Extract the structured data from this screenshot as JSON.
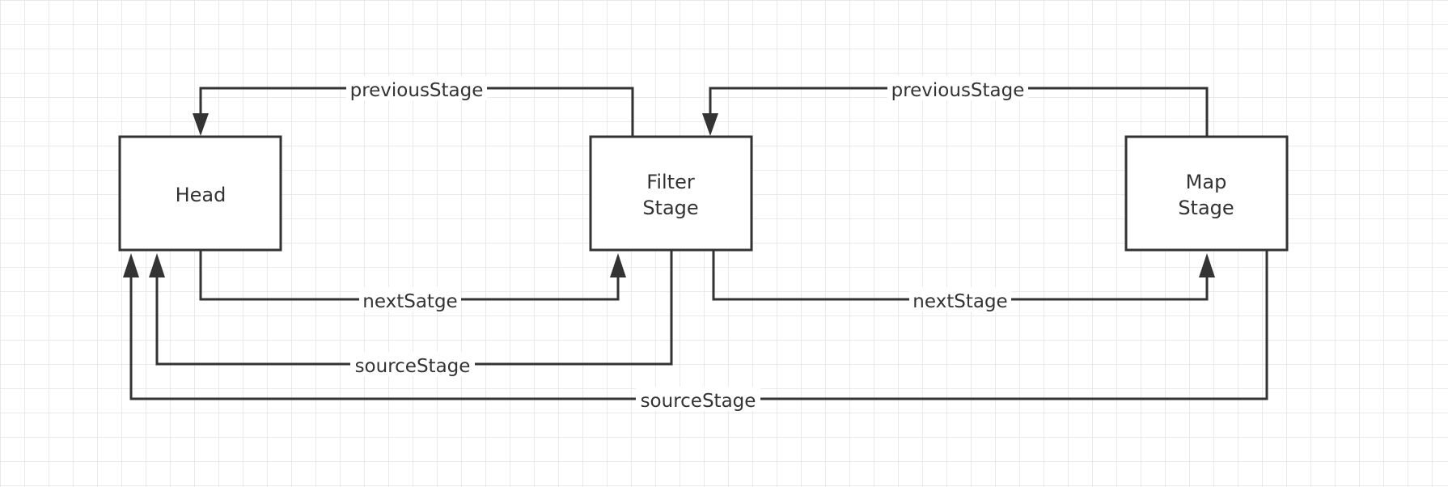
{
  "colors": {
    "background": "#ffffff",
    "grid": "#e3e3e3",
    "stroke": "#333333",
    "text": "#333333"
  },
  "nodes": {
    "head": {
      "label": "Head"
    },
    "filter": {
      "line1": "Filter",
      "line2": "Stage"
    },
    "map": {
      "line1": "Map",
      "line2": "Stage"
    }
  },
  "edges": {
    "filter_to_head_previous": "previousStage",
    "map_to_filter_previous": "previousStage",
    "head_to_filter_next": "nextSatge",
    "filter_to_map_next": "nextStage",
    "filter_to_head_source": "sourceStage",
    "map_to_head_source": "sourceStage"
  }
}
